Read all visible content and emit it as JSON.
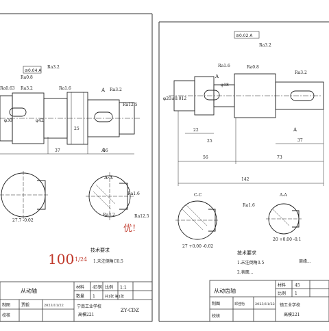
{
  "colors": {
    "paper": "#ffffff",
    "ink": "#222222",
    "grade_red": "#c0392b"
  },
  "left_sheet": {
    "tolerance_box": "⊘0.04 A",
    "roughness_labels": [
      "Ra3.2",
      "Ra0.8",
      "Ra0.63",
      "Ra1.6",
      "Ra3.2",
      "Ra12.5",
      "Ra3.2",
      "Ra1.6",
      "Ra3.2",
      "Ra12.5"
    ],
    "dimensions": [
      "φ30",
      "φ42",
      "37",
      "36",
      "25"
    ],
    "section_labels": [
      "A",
      "A",
      "A-A"
    ],
    "section_dim": "27.7 -0.02",
    "tech_req_title": "技术要求",
    "tech_req_items": [
      "1.未注倒角C0.5"
    ],
    "grade_note": "优!",
    "grade_mark": "100",
    "grade_date": "11/24",
    "title_block": {
      "part_name": "从动轴",
      "material_label": "材料",
      "material": "45钢",
      "scale_label": "比例",
      "scale": "1:1",
      "qty_label": "数量",
      "qty": "1",
      "sheet_label": "共1张 第1张",
      "drawer_label": "制图",
      "drawer": "贾毅",
      "date": "2023/11/22",
      "checker_label": "校核",
      "school": "宁南工业学校",
      "class": "高模221",
      "drawing_no": "ZY-CDZ"
    }
  },
  "right_sheet": {
    "tolerance_box": "⊘0.02 A",
    "roughness_labels": [
      "Ra3.2",
      "Ra0.8",
      "Ra1.6",
      "Ra3.2",
      "Ra1.6"
    ],
    "dimensions": [
      "φ20±0.012",
      "φ18",
      "22",
      "25",
      "56",
      "73",
      "37",
      "142"
    ],
    "section_labels": [
      "C-C",
      "A-A",
      "A",
      "A"
    ],
    "section_dims": [
      "27 +0.00 -0.02",
      "20 +0.00 -0.1"
    ],
    "tech_req_title": "技术要求",
    "tech_req_items": [
      "1.未注倒角0.5",
      "2.表面..."
    ],
    "side_note": "周缘...",
    "title_block": {
      "part_name": "从动齿轴",
      "material_label": "材料",
      "material": "45",
      "scale_label": "比例",
      "scale": "1",
      "drawer_label": "制图",
      "drawer": "邓佳怡",
      "date": "2023/11/22",
      "checker_label": "校核",
      "school": "镇工业学校",
      "class": "高模221"
    }
  }
}
